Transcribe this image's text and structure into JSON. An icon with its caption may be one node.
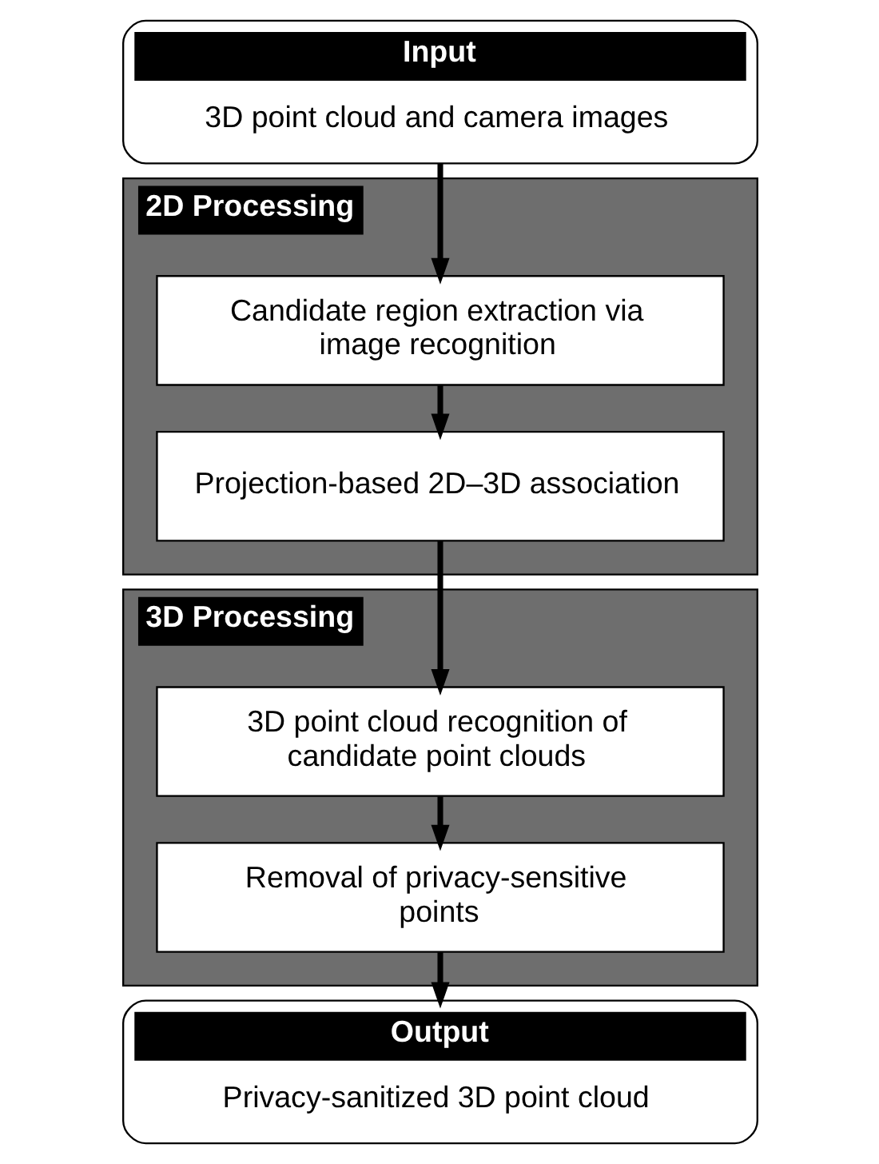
{
  "diagram": {
    "nodes": [
      {
        "text": [
          "Input",
          "3D point cloud and camera images"
        ]
      },
      {
        "text": [
          "2D Processing"
        ]
      },
      {
        "text": [
          "Candidate region extraction via image recognition"
        ],
        "in": 1
      },
      {
        "text": [
          "Projection-based 2D–3D association"
        ],
        "in": 1
      },
      {
        "text": [
          "3D Processing"
        ]
      },
      {
        "text": [
          "3D point cloud recognition of candidate point clouds"
        ],
        "in": 4
      },
      {
        "text": [
          "Removal of privacy-sensitive points"
        ],
        "in": 4
      },
      {
        "text": [
          "Output",
          "Privacy-sanitized 3D point cloud"
        ]
      }
    ],
    "edges": [
      {
        "from": 0,
        "to": 2,
        "arrow": "to"
      },
      {
        "from": 2,
        "to": 3,
        "arrow": "to"
      },
      {
        "from": 3,
        "to": 5,
        "arrow": "to"
      },
      {
        "from": 5,
        "to": 6,
        "arrow": "to"
      },
      {
        "from": 6,
        "to": 7,
        "arrow": "to"
      }
    ]
  }
}
